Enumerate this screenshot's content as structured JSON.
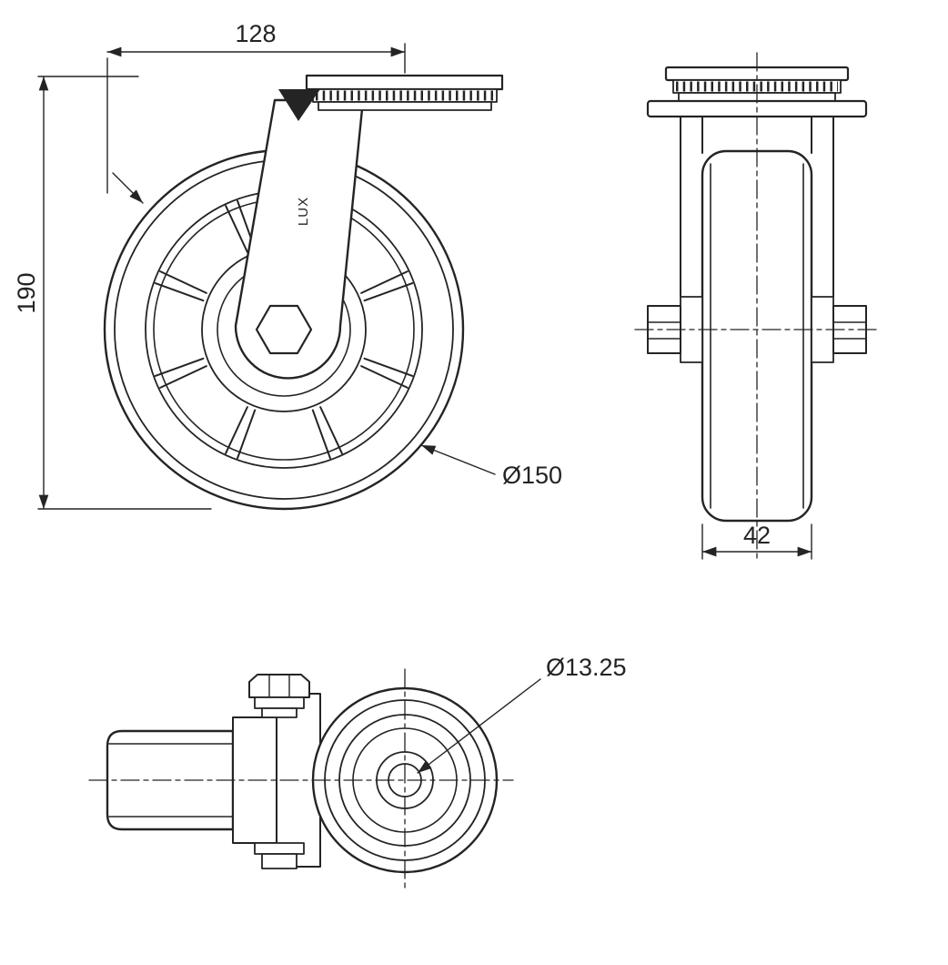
{
  "colors": {
    "background": "#ffffff",
    "line": "#242424"
  },
  "labels": {
    "dim_front_width": "128",
    "dim_overall_height": "190",
    "dim_wheel_diameter": "Ø150",
    "dim_wheel_width": "42",
    "dim_bolt_hole": "Ø13.25",
    "fork_logo": "LUX"
  }
}
